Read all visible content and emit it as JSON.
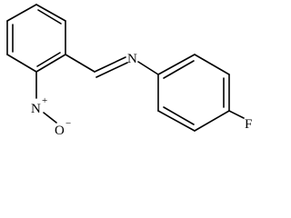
{
  "molecule": {
    "atoms": {
      "imine_nitrogen": "N",
      "fluorine": "F",
      "nitro_nitrogen": "N",
      "nitro_nitrogen_charge": "+",
      "nitro_oxygen": "O",
      "nitro_oxygen_charge": "−"
    }
  }
}
